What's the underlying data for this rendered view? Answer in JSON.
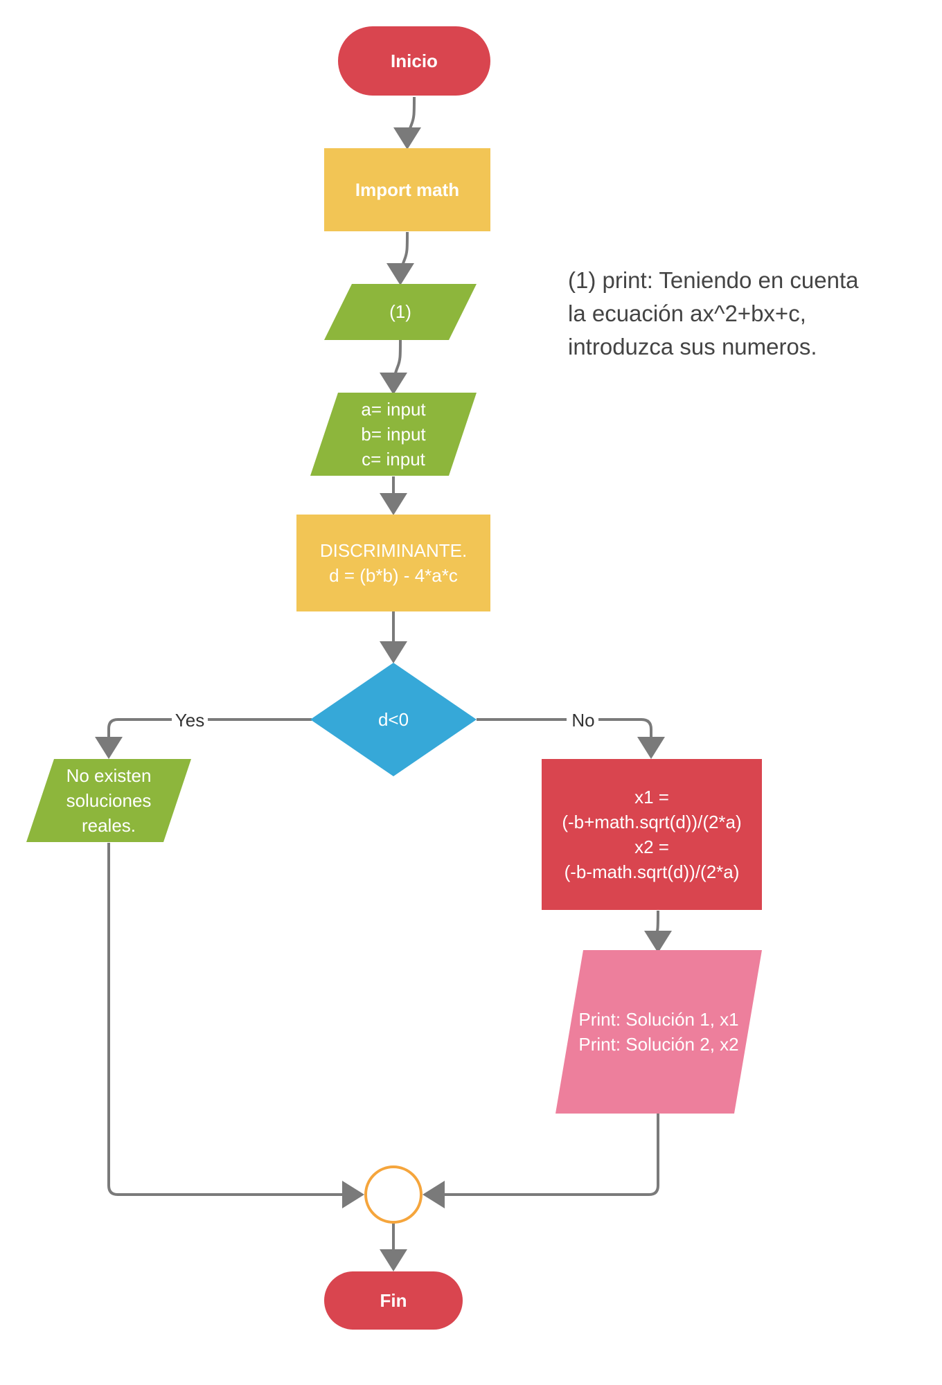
{
  "colors": {
    "terminal": "#d9454f",
    "process": "#f2c555",
    "io": "#8db63c",
    "decision": "#36a8d8",
    "calc": "#d9454f",
    "output": "#ed7f9c",
    "junction_stroke": "#f5a53c",
    "connector": "#7a7a7a"
  },
  "nodes": {
    "start": {
      "lines": [
        "Inicio"
      ]
    },
    "import": {
      "lines": [
        "Import math"
      ]
    },
    "print1": {
      "lines": [
        "(1)"
      ]
    },
    "inputs": {
      "lines": [
        "a= input",
        "b= input",
        "c= input"
      ]
    },
    "discriminant": {
      "lines": [
        "DISCRIMINANTE.",
        "d = (b*b) - 4*a*c"
      ]
    },
    "decision": {
      "lines": [
        "d<0"
      ]
    },
    "no_solution": {
      "lines": [
        "No existen",
        "soluciones",
        "reales."
      ]
    },
    "solutions": {
      "lines": [
        "x1 =",
        "(-b+math.sqrt(d))/(2*a)",
        "x2 =",
        "(-b-math.sqrt(d))/(2*a)"
      ]
    },
    "print_solutions": {
      "lines": [
        "Print: Solución 1, x1",
        "Print: Solución 2, x2"
      ]
    },
    "end": {
      "lines": [
        "Fin"
      ]
    }
  },
  "edges": {
    "yes_label": "Yes",
    "no_label": "No"
  },
  "note": {
    "lines": [
      "(1)  print: Teniendo en cuenta",
      "la ecuación ax^2+bx+c,",
      "introduzca sus numeros."
    ]
  }
}
